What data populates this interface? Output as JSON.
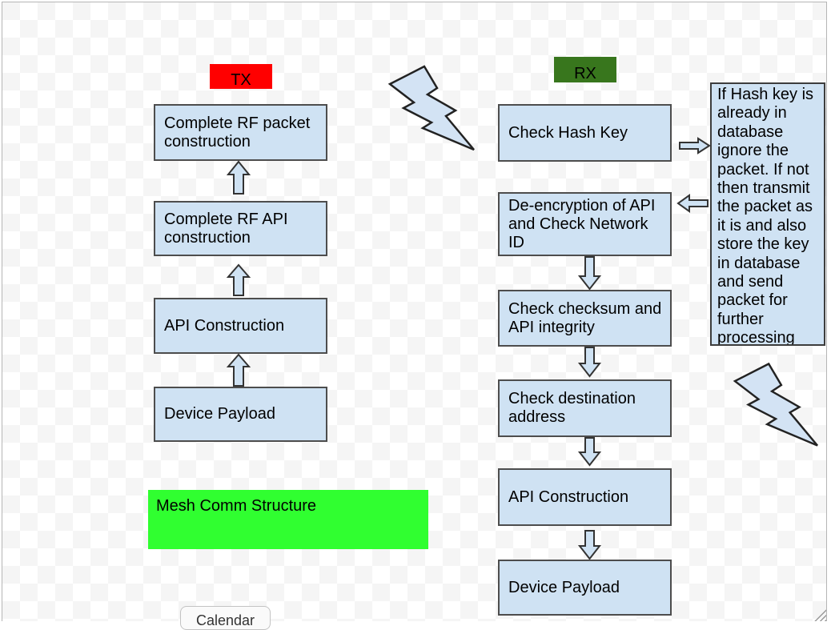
{
  "tx": {
    "label": "TX",
    "steps": [
      "Complete RF packet construction",
      "Complete RF API construction",
      "API Construction",
      "Device Payload"
    ]
  },
  "rx": {
    "label": "RX",
    "steps": [
      "Check Hash Key",
      "De-encryption of API and Check Network ID",
      "Check checksum and API integrity",
      "Check destination address",
      "API Construction",
      "Device Payload"
    ]
  },
  "note": "If Hash key is already in database ignore the packet. If not then transmit the packet as it is and also store the key in database and send packet for further processing",
  "title": "Mesh Comm Structure",
  "calendar_label": "Calendar",
  "colors": {
    "box_fill": "#cfe2f3",
    "box_border": "#4d4d4d",
    "tx_label_bg": "#ff0000",
    "rx_label_bg": "#38761d",
    "title_bg": "#30ff30",
    "checker_gray": "#f5f5f5",
    "bolt_fill": "#d3e3f4"
  },
  "icons": {
    "up_arrow": "up-arrow-icon",
    "down_arrow": "down-arrow-icon",
    "right_arrow": "right-arrow-icon",
    "left_arrow": "left-arrow-icon",
    "lightning": "lightning-bolt-icon",
    "resize_grip": "resize-grip"
  }
}
